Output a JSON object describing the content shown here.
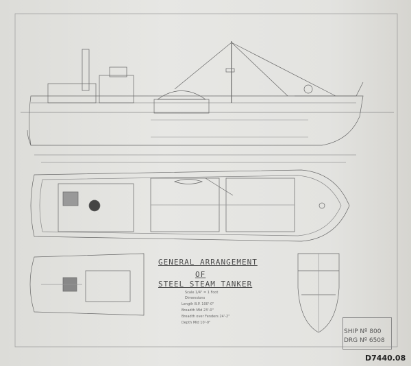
{
  "drawing": {
    "title_line1": "GENERAL ARRANGEMENT",
    "title_line2": "OF",
    "title_line3": "STEEL STEAM TANKER",
    "particulars": [
      "Scale 1/4\" = 1 Foot",
      "Dimensions",
      "Length B.P. 100'-0\"",
      "Breadth Mld 23'-0\"",
      "Breadth over Fenders 24'-2\"",
      "Depth Mld 10'-0\""
    ]
  },
  "title_block": {
    "ship_no": "SHIP Nº 800",
    "drg_no": "DRG Nº 6508"
  },
  "catalogue_ref": "D7440.08",
  "colors": {
    "paper": "#e4e4e1",
    "ink": "#555555"
  }
}
